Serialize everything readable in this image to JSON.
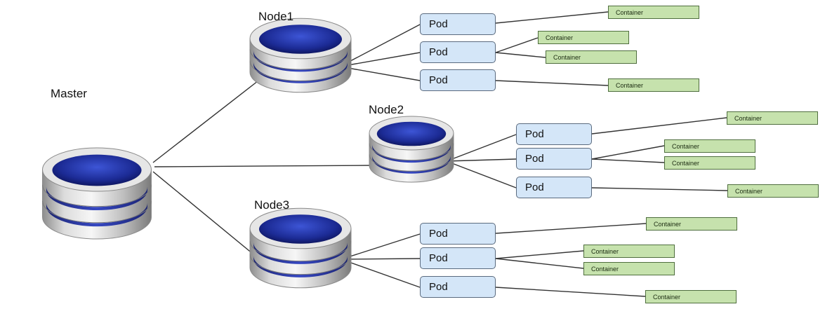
{
  "master": {
    "label": "Master"
  },
  "nodes": [
    {
      "label": "Node1",
      "pods": [
        {
          "label": "Pod",
          "containers": [
            "Container"
          ]
        },
        {
          "label": "Pod",
          "containers": [
            "Container",
            "Container"
          ]
        },
        {
          "label": "Pod",
          "containers": [
            "Container"
          ]
        }
      ]
    },
    {
      "label": "Node2",
      "pods": [
        {
          "label": "Pod",
          "containers": [
            "Container"
          ]
        },
        {
          "label": "Pod",
          "containers": [
            "Container",
            "Container"
          ]
        },
        {
          "label": "Pod",
          "containers": [
            "Container"
          ]
        }
      ]
    },
    {
      "label": "Node3",
      "pods": [
        {
          "label": "Pod",
          "containers": [
            "Container"
          ]
        },
        {
          "label": "Pod",
          "containers": [
            "Container",
            "Container"
          ]
        },
        {
          "label": "Pod",
          "containers": [
            "Container"
          ]
        }
      ]
    }
  ],
  "colors": {
    "disk_blue": "#1f2f9c",
    "disk_silver": "#c9c9c9",
    "pod_fill": "#d4e6f8",
    "container_fill": "#c6e2ad",
    "line": "#333333"
  }
}
